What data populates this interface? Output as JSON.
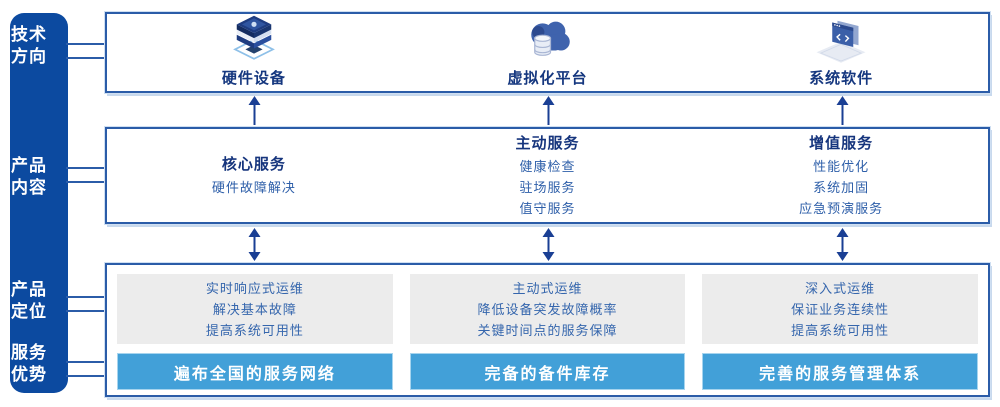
{
  "sidebar": {
    "items": [
      {
        "id": "tech-direction",
        "label_lines": [
          "技术",
          "方向"
        ]
      },
      {
        "id": "product-content",
        "label_lines": [
          "产品",
          "内容"
        ]
      },
      {
        "id": "product-position",
        "label_lines": [
          "产品",
          "定位"
        ]
      },
      {
        "id": "service-advantage",
        "label_lines": [
          "服务",
          "优势"
        ]
      }
    ]
  },
  "tech_row": {
    "items": [
      {
        "icon": "server-stack-icon",
        "label": "硬件设备"
      },
      {
        "icon": "cloud-database-icon",
        "label": "虚拟化平台"
      },
      {
        "icon": "software-window-icon",
        "label": "系统软件"
      }
    ]
  },
  "content_row": {
    "columns": [
      {
        "title": "核心服务",
        "items": [
          "硬件故障解决"
        ]
      },
      {
        "title": "主动服务",
        "items": [
          "健康检查",
          "驻场服务",
          "值守服务"
        ]
      },
      {
        "title": "增值服务",
        "items": [
          "性能优化",
          "系统加固",
          "应急预演服务"
        ]
      }
    ]
  },
  "bottom_row": {
    "columns": [
      {
        "positioning": [
          "实时响应式运维",
          "解决基本故障",
          "提高系统可用性"
        ],
        "advantage": "遍布全国的服务网络"
      },
      {
        "positioning": [
          "主动式运维",
          "降低设备突发故障概率",
          "关键时间点的服务保障"
        ],
        "advantage": "完备的备件库存"
      },
      {
        "positioning": [
          "深入式运维",
          "保证业务连续性",
          "提高系统可用性"
        ],
        "advantage": "完善的服务管理体系"
      }
    ]
  },
  "colors": {
    "sidebar_blue": "#0c4aa0",
    "border_blue": "#2b5ca8",
    "heading_navy": "#16357d",
    "body_blue": "#2e5fa9",
    "panel_gray": "#ececec",
    "bar_blue": "#42a0d8",
    "arrow_navy": "#1a3f94"
  }
}
